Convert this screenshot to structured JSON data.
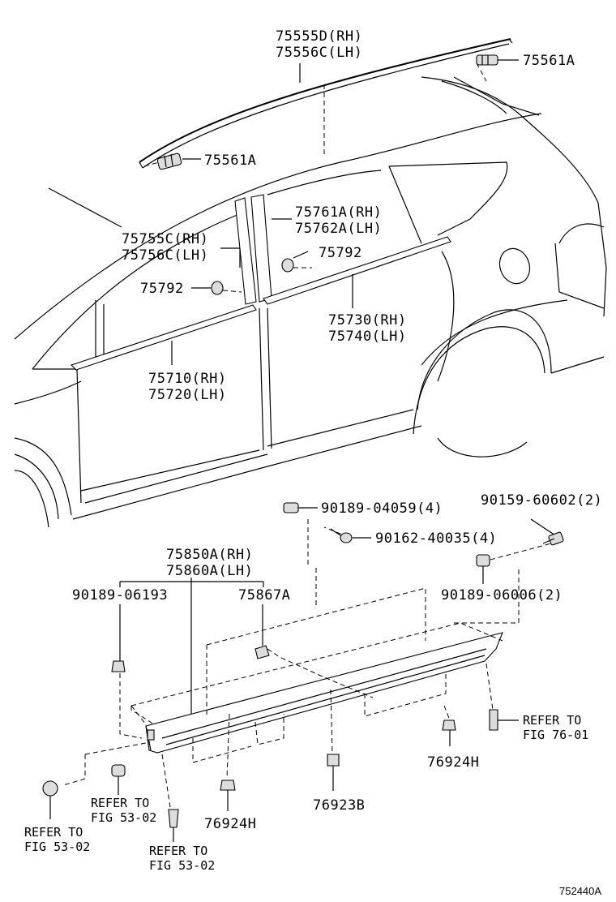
{
  "labels": {
    "p75555": [
      "75555D(RH)",
      "75556C(LH)"
    ],
    "p75561_top": "75561A",
    "p75561_left": "75561A",
    "p75761": [
      "75761A(RH)",
      "75762A(LH)"
    ],
    "p75755": [
      "75755C(RH)",
      "75756C(LH)"
    ],
    "p75792_right": "75792",
    "p75792_left": "75792",
    "p75730": [
      "75730(RH)",
      "75740(LH)"
    ],
    "p75710": [
      "75710(RH)",
      "75720(LH)"
    ],
    "p90189_04059": "90189-04059(4)",
    "p90159_60602": "90159-60602(2)",
    "p90162_40035": "90162-40035(4)",
    "p75850": [
      "75850A(RH)",
      "75860A(LH)"
    ],
    "p90189_06193": "90189-06193",
    "p75867": "75867A",
    "p90189_06006": "90189-06006(2)",
    "refer_76": [
      "REFER TO",
      "FIG 76-01"
    ],
    "p76924_right": "76924H",
    "refer_53_a": [
      "REFER TO",
      "FIG 53-02"
    ],
    "refer_53_b": [
      "REFER TO",
      "FIG 53-02"
    ],
    "refer_53_c": [
      "REFER TO",
      "FIG 53-02"
    ],
    "p76924_left": "76924H",
    "p76923": "76923B",
    "figure_id": "752440A"
  }
}
